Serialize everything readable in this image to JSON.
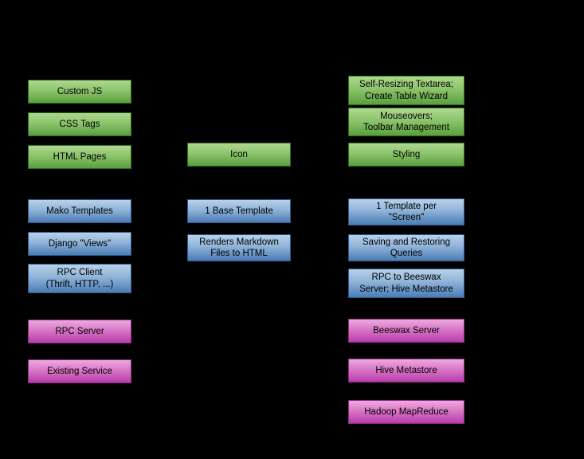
{
  "diagram": {
    "background": "#000000",
    "colors": {
      "green_top": "#aed88f",
      "green_bottom": "#5b9f3e",
      "blue_top": "#b9d1e9",
      "blue_bottom": "#4a7cb4",
      "magenta_top": "#edaade",
      "magenta_bottom": "#b83dab",
      "text": "#000000"
    },
    "boxes": [
      {
        "id": "custom-js",
        "label": "Custom JS",
        "color": "green"
      },
      {
        "id": "css-tags",
        "label": "CSS Tags",
        "color": "green"
      },
      {
        "id": "html-pages",
        "label": "HTML Pages",
        "color": "green"
      },
      {
        "id": "mako-templates",
        "label": "Mako Templates",
        "color": "blue"
      },
      {
        "id": "django-views",
        "label": "Django \"Views\"",
        "color": "blue"
      },
      {
        "id": "rpc-client",
        "label": "RPC Client\n(Thrift, HTTP, ...)",
        "color": "blue"
      },
      {
        "id": "rpc-server",
        "label": "RPC Server",
        "color": "magenta"
      },
      {
        "id": "existing-service",
        "label": "Existing Service",
        "color": "magenta"
      },
      {
        "id": "icon",
        "label": "Icon",
        "color": "green"
      },
      {
        "id": "base-template",
        "label": "1 Base Template",
        "color": "blue"
      },
      {
        "id": "renders-markdown",
        "label": "Renders Markdown\nFiles to HTML",
        "color": "blue"
      },
      {
        "id": "self-resizing-textarea",
        "label": "Self-Resizing Textarea;\nCreate Table Wizard",
        "color": "green"
      },
      {
        "id": "mouseovers",
        "label": "Mouseovers;\nToolbar Management",
        "color": "green"
      },
      {
        "id": "styling",
        "label": "Styling",
        "color": "green"
      },
      {
        "id": "template-per-screen",
        "label": "1 Template per\n\"Screen\"",
        "color": "blue"
      },
      {
        "id": "saving-restoring-queries",
        "label": "Saving and Restoring\nQueries",
        "color": "blue"
      },
      {
        "id": "rpc-to-beeswax",
        "label": "RPC to Beeswax\nServer; Hive Metastore",
        "color": "blue"
      },
      {
        "id": "beeswax-server",
        "label": "Beeswax Server",
        "color": "magenta"
      },
      {
        "id": "hive-metastore",
        "label": "Hive Metastore",
        "color": "magenta"
      },
      {
        "id": "hadoop-mapreduce",
        "label": "Hadoop MapReduce",
        "color": "magenta"
      }
    ]
  }
}
